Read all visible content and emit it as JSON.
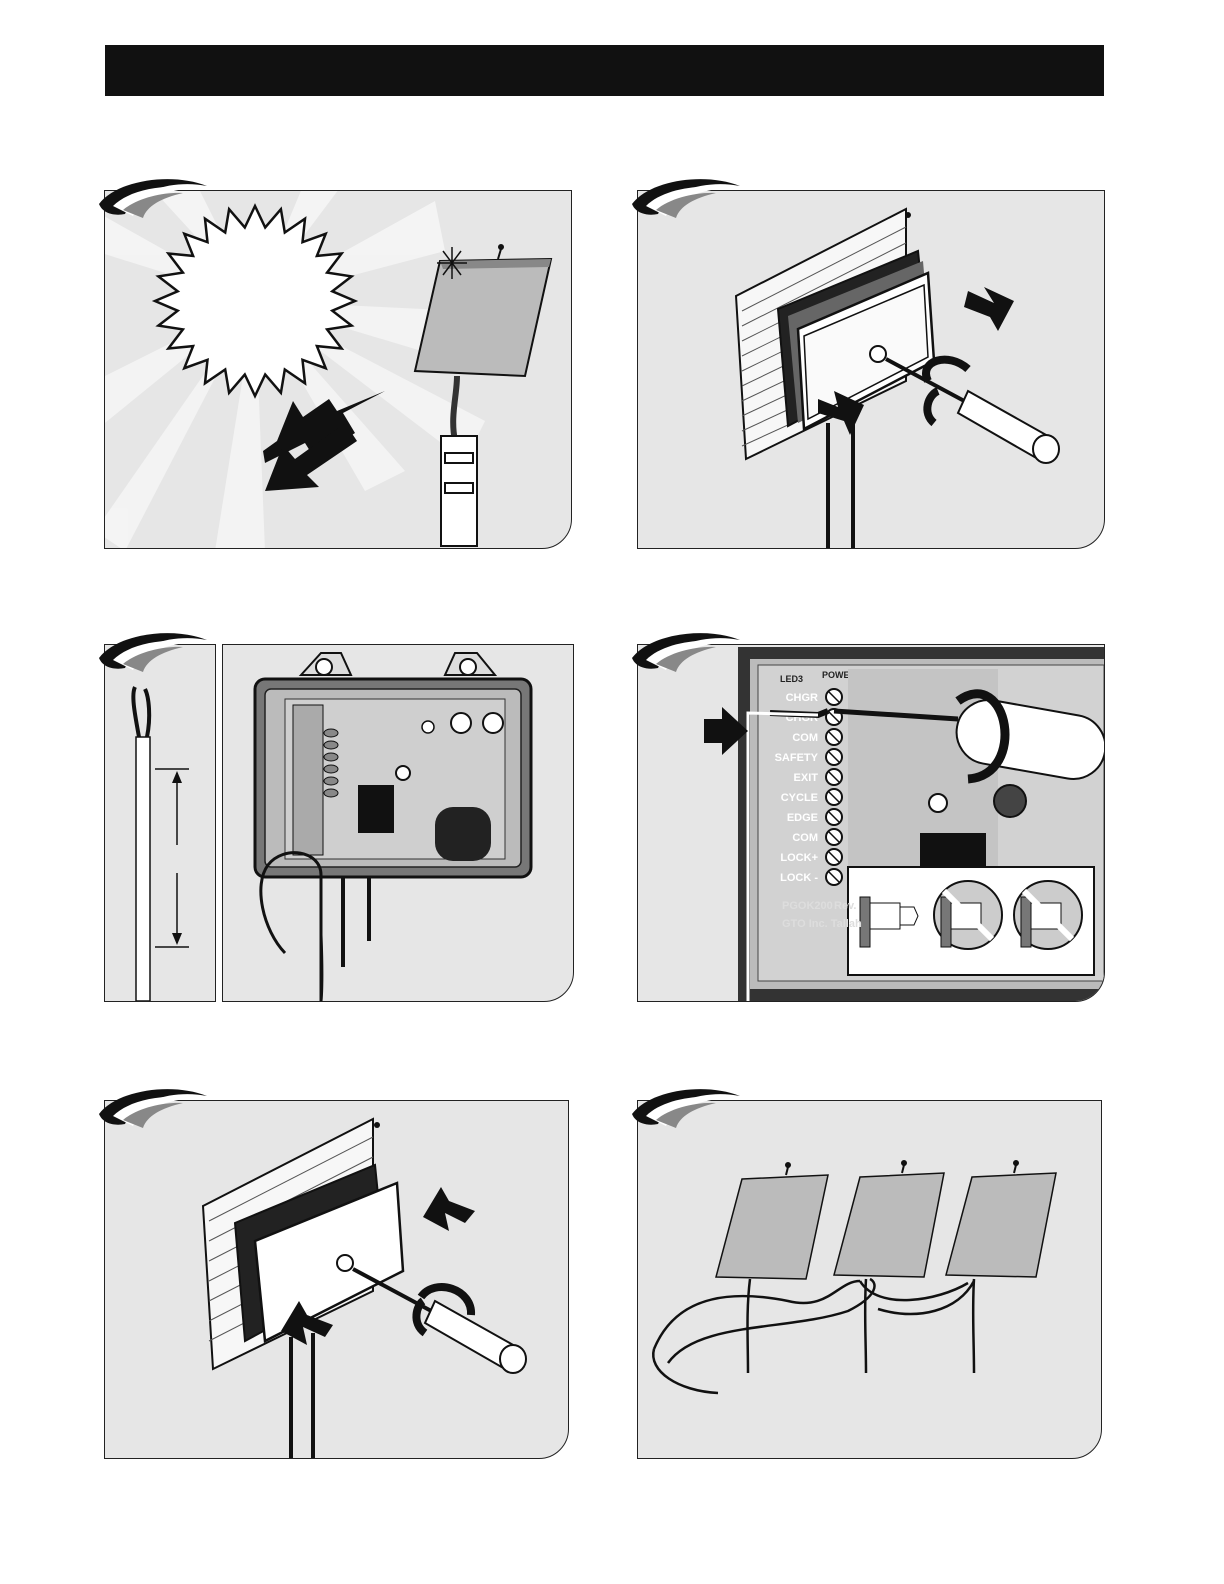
{
  "board": {
    "led": "LED3",
    "power": "POWER",
    "terminals": [
      "CHGR",
      "CHGR",
      "COM",
      "SAFETY",
      "EXIT",
      "CYCLE",
      "EDGE",
      "COM",
      "LOCK+",
      "LOCK -"
    ],
    "model": "PGOK200",
    "rev": "Rev.",
    "maker": "GTO Inc. Tallah"
  },
  "colors": {
    "panel_bg": "#e6e6e6",
    "ink": "#111111",
    "header": "#111111"
  }
}
